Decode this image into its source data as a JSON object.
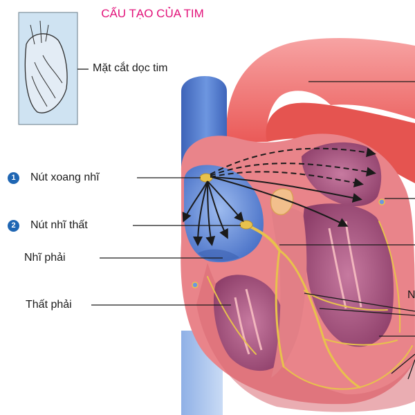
{
  "title": "CẤU TẠO CỦA TIM",
  "labels": {
    "section": "Mặt cắt dọc tim",
    "sa_node": "Nút xoang nhĩ",
    "av_node": "Nút nhĩ thất",
    "right_atrium": "Nhĩ phải",
    "right_ventricle": "Thất phải",
    "cut_letter": "N"
  },
  "markers": {
    "one": "1",
    "two": "2"
  },
  "colors": {
    "title": "#e2127a",
    "marker": "#1f66b3",
    "vein": "#5a86d6",
    "artery": "#ef6560",
    "muscle": "#e9848a",
    "chamber": "#b35a86",
    "conduction": "#e8c24c"
  }
}
